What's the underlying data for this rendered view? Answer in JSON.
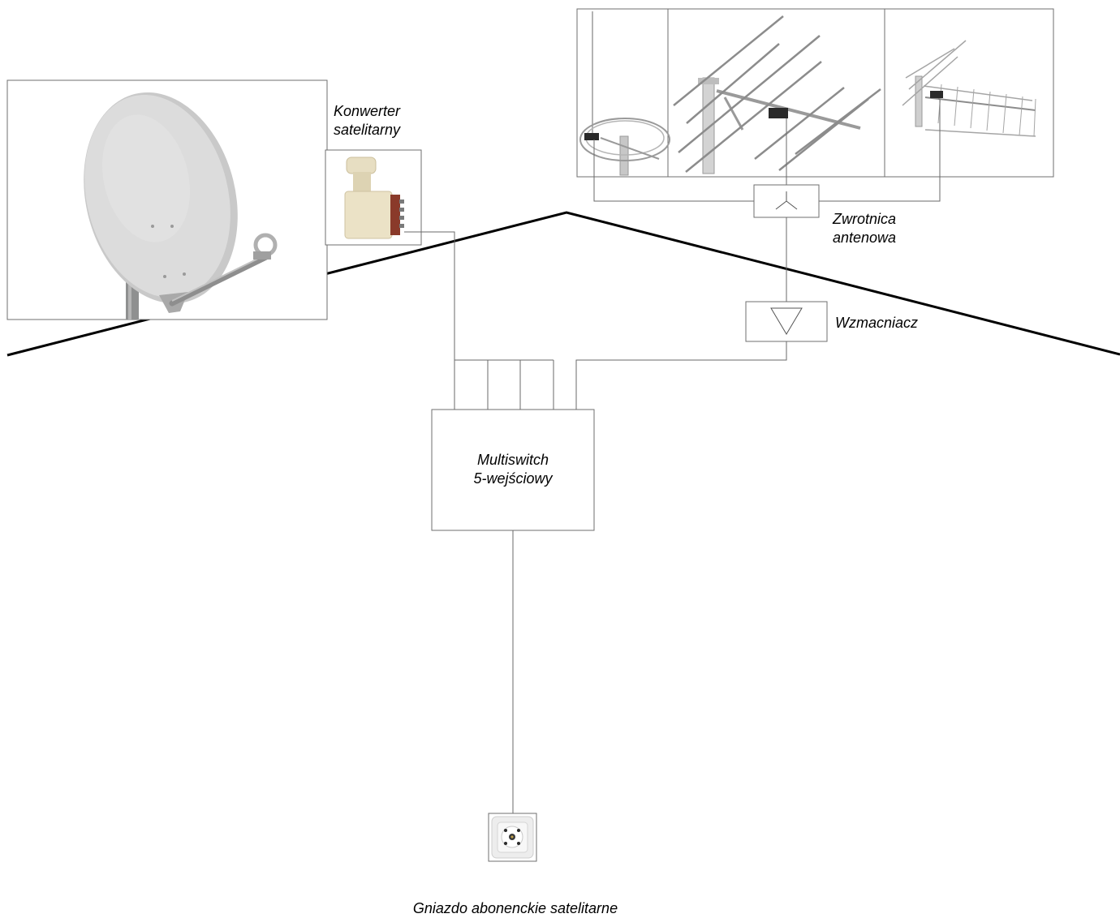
{
  "labels": {
    "satellite_converter": {
      "line1": "Konwerter",
      "line2": "satelitarny"
    },
    "antenna_combiner": {
      "line1": "Zwrotnica",
      "line2": "antenowa"
    },
    "amplifier": "Wzmacniacz",
    "multiswitch": {
      "line1": "Multiswitch",
      "line2": "5-wejściowy"
    },
    "subscriber_socket": "Gniazdo abonenckie satelitarne"
  },
  "colors": {
    "line": "#000000",
    "thin_line": "#6a6a6a",
    "box_border": "#6f6f6f",
    "dish": "#d9d9d9",
    "lnb_body": "#ebe2c6",
    "lnb_connectors": "#8a3a2a",
    "antenna_metal": "#8c8c8c"
  },
  "icons": [
    "satellite-dish-icon",
    "lnb-converter-icon",
    "fm-ring-antenna-icon",
    "yagi-vhf-antenna-icon",
    "uhf-grid-antenna-icon",
    "combiner-symbol-icon",
    "amplifier-triangle-icon",
    "subscriber-socket-icon"
  ]
}
